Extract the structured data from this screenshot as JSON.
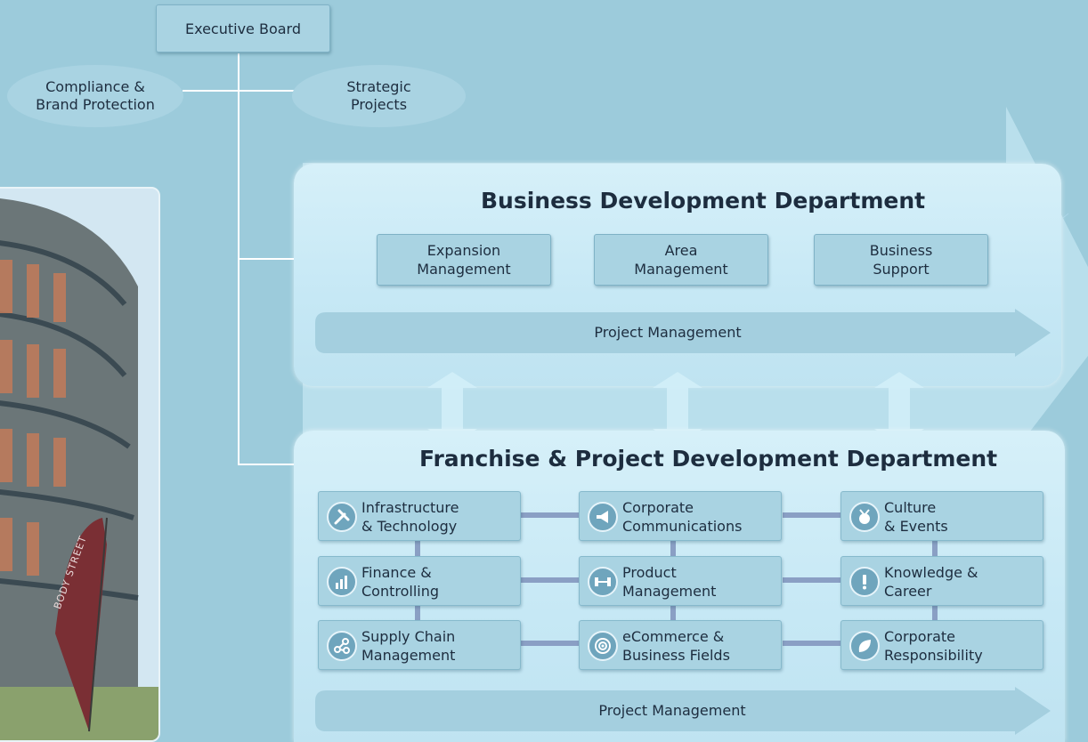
{
  "top": {
    "executive_board": "Executive Board",
    "compliance": [
      "Compliance &",
      "Brand Protection"
    ],
    "strategic": [
      "Strategic",
      "Projects"
    ]
  },
  "bdd": {
    "title": "Business Development Department",
    "units": [
      [
        "Expansion",
        "Management"
      ],
      [
        "Area",
        "Management"
      ],
      [
        "Business",
        "Support"
      ]
    ],
    "project_management": "Project Management"
  },
  "fpdd": {
    "title": "Franchise & Project Development Department",
    "units": [
      {
        "l1": "Infrastructure",
        "l2": "& Technology",
        "icon": "tools-icon"
      },
      {
        "l1": "Corporate",
        "l2": "Communications",
        "icon": "megaphone-icon"
      },
      {
        "l1": "Culture",
        "l2": "& Events",
        "icon": "medal-icon"
      },
      {
        "l1": "Finance &",
        "l2": "Controlling",
        "icon": "bar-chart-icon"
      },
      {
        "l1": "Product",
        "l2": "Management",
        "icon": "dumbbell-icon"
      },
      {
        "l1": "Knowledge &",
        "l2": "Career",
        "icon": "exclamation-icon"
      },
      {
        "l1": "Supply Chain",
        "l2": "Management",
        "icon": "network-icon"
      },
      {
        "l1": "eCommerce &",
        "l2": "Business Fields",
        "icon": "target-icon"
      },
      {
        "l1": "Corporate",
        "l2": "Responsibility",
        "icon": "leaf-icon"
      }
    ],
    "project_management": "Project Management"
  },
  "photo": {
    "flag_text": "BODY STREET"
  },
  "colors": {
    "background": "#9ccbdb",
    "box": "#a9d3e2",
    "panel": "#cdeaf6",
    "connector": "#8a9fc4"
  }
}
